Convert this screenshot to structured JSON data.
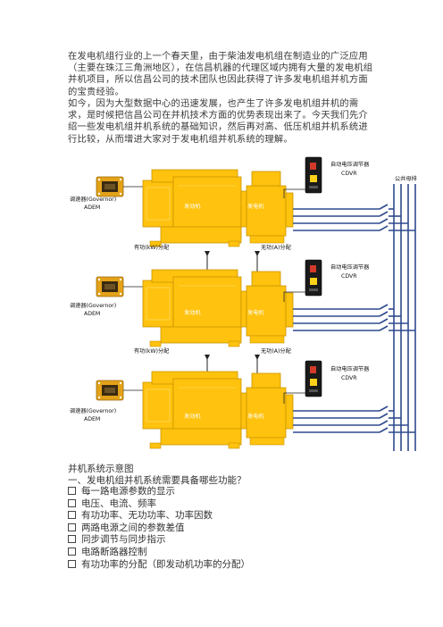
{
  "intro": {
    "p1": "在发电机组行业的上一个春天里，由于柴油发电机组在制造业的广泛应用（主要在珠江三角洲地区），在信昌机器的代理区域内拥有大量的发电机组并机项目，所以信昌公司的技术团队也因此获得了许多发电机组并机方面的宝贵经验。",
    "p2": "如今，因为大型数据中心的迅速发展，也产生了许多发电机组并机的需求，是时候把信昌公司在并机技术方面的优势表现出来了。今天我们先介绍一些发电机组并机系统的基础知识，然后再对高、低压机组并机系统进行比较，从而增进大家对于发电机组并机系统的理解。"
  },
  "diagram": {
    "bus_label": "公共母排",
    "units": [
      {
        "governor": "调速器(Governor)",
        "governor_sub": "ADEM",
        "engine": "发动机",
        "generator": "发电机",
        "avr": "自动电压调节器",
        "avr_sub": "CDVR"
      },
      {
        "governor": "调速器(Governor)",
        "governor_sub": "ADEM",
        "engine": "发动机",
        "generator": "发电机",
        "avr": "自动电压调节器",
        "avr_sub": "CDVR"
      },
      {
        "governor": "调速器(Governor)",
        "governor_sub": "ADEM",
        "engine": "发动机",
        "generator": "发电机",
        "avr": "自动电压调节器",
        "avr_sub": "CDVR"
      }
    ],
    "sharing": [
      {
        "active": "有功(kW)分配",
        "reactive": "无功(A)分配"
      },
      {
        "active": "有功(kW)分配",
        "reactive": "无功(A)分配"
      }
    ]
  },
  "caption": "并机系统示意图",
  "question": "一、发电机组并机系统需要具备哪些功能？",
  "functions": [
    "每一路电源参数的显示",
    "电压、电流、频率",
    "有功功率、无功功率、功率因数",
    "两路电源之间的参数差值",
    "同步调节与同步指示",
    "电路断路器控制",
    "有功功率的分配（即发动机功率的分配）"
  ],
  "colors": {
    "engine_fill": "#ffc20e",
    "engine_stroke": "#c99400",
    "wire": "#2e4a8e",
    "arrow": "#222222"
  }
}
